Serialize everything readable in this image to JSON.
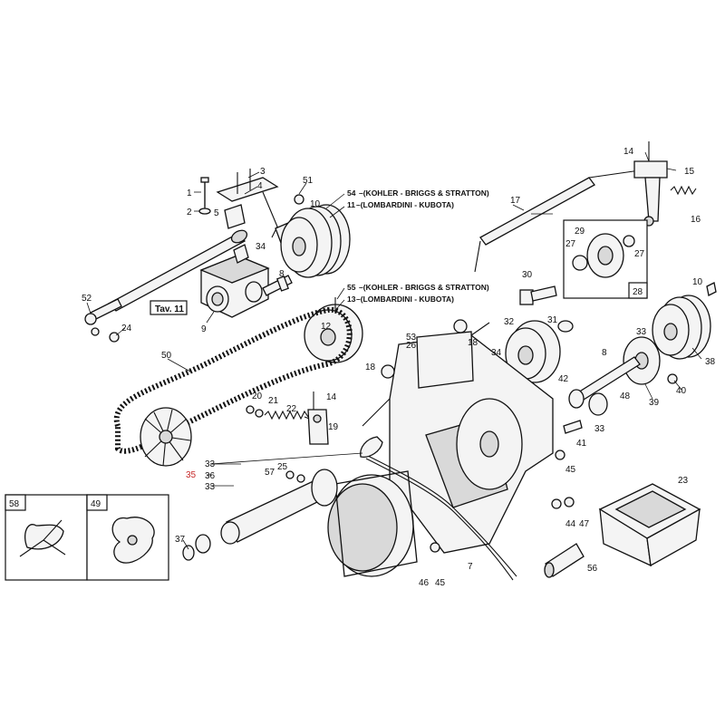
{
  "callouts": {
    "c1": "1",
    "c2": "2",
    "c3": "3",
    "c4": "4",
    "c5": "5",
    "c51": "51",
    "c10a": "10",
    "c54": "54",
    "c11": "11",
    "c14a": "14",
    "c15": "15",
    "c16": "16",
    "c17": "17",
    "c34a": "34",
    "c8a": "8",
    "c52": "52",
    "c24": "24",
    "c9": "9",
    "c55": "55",
    "c13": "13",
    "c12": "12",
    "c29": "29",
    "c27a": "27",
    "c27b": "27",
    "c30": "30",
    "c28": "28",
    "c10b": "10",
    "c50": "50",
    "c53": "53",
    "c26": "26",
    "c18a": "18",
    "c32": "32",
    "c31": "31",
    "c34b": "34",
    "c8b": "8",
    "c33a": "33",
    "c38": "38",
    "c18b": "18",
    "c42": "42",
    "c48": "48",
    "c39": "39",
    "c40": "40",
    "c20": "20",
    "c21": "21",
    "c22": "22",
    "c14b": "14",
    "c19": "19",
    "c33b": "33",
    "c41": "41",
    "c33c": "33",
    "c35": "35",
    "c36": "36",
    "c33d": "33",
    "c57": "57",
    "c25": "25",
    "c45a": "45",
    "c23": "23",
    "c44": "44",
    "c47": "47",
    "c37": "37",
    "c46": "46",
    "c45b": "45",
    "c7": "7",
    "c56": "56",
    "c58": "58",
    "c49": "49"
  },
  "notes": {
    "n54": "–(KOHLER - BRIGGS & STRATTON)",
    "n11": "–(LOMBARDINI - KUBOTA)",
    "n55": "–(KOHLER - BRIGGS & STRATTON)",
    "n13": "–(LOMBARDINI - KUBOTA)"
  },
  "tav_label": "Tav. 11",
  "colors": {
    "ink": "#111111",
    "highlight": "#c62828",
    "paper": "#ffffff"
  }
}
